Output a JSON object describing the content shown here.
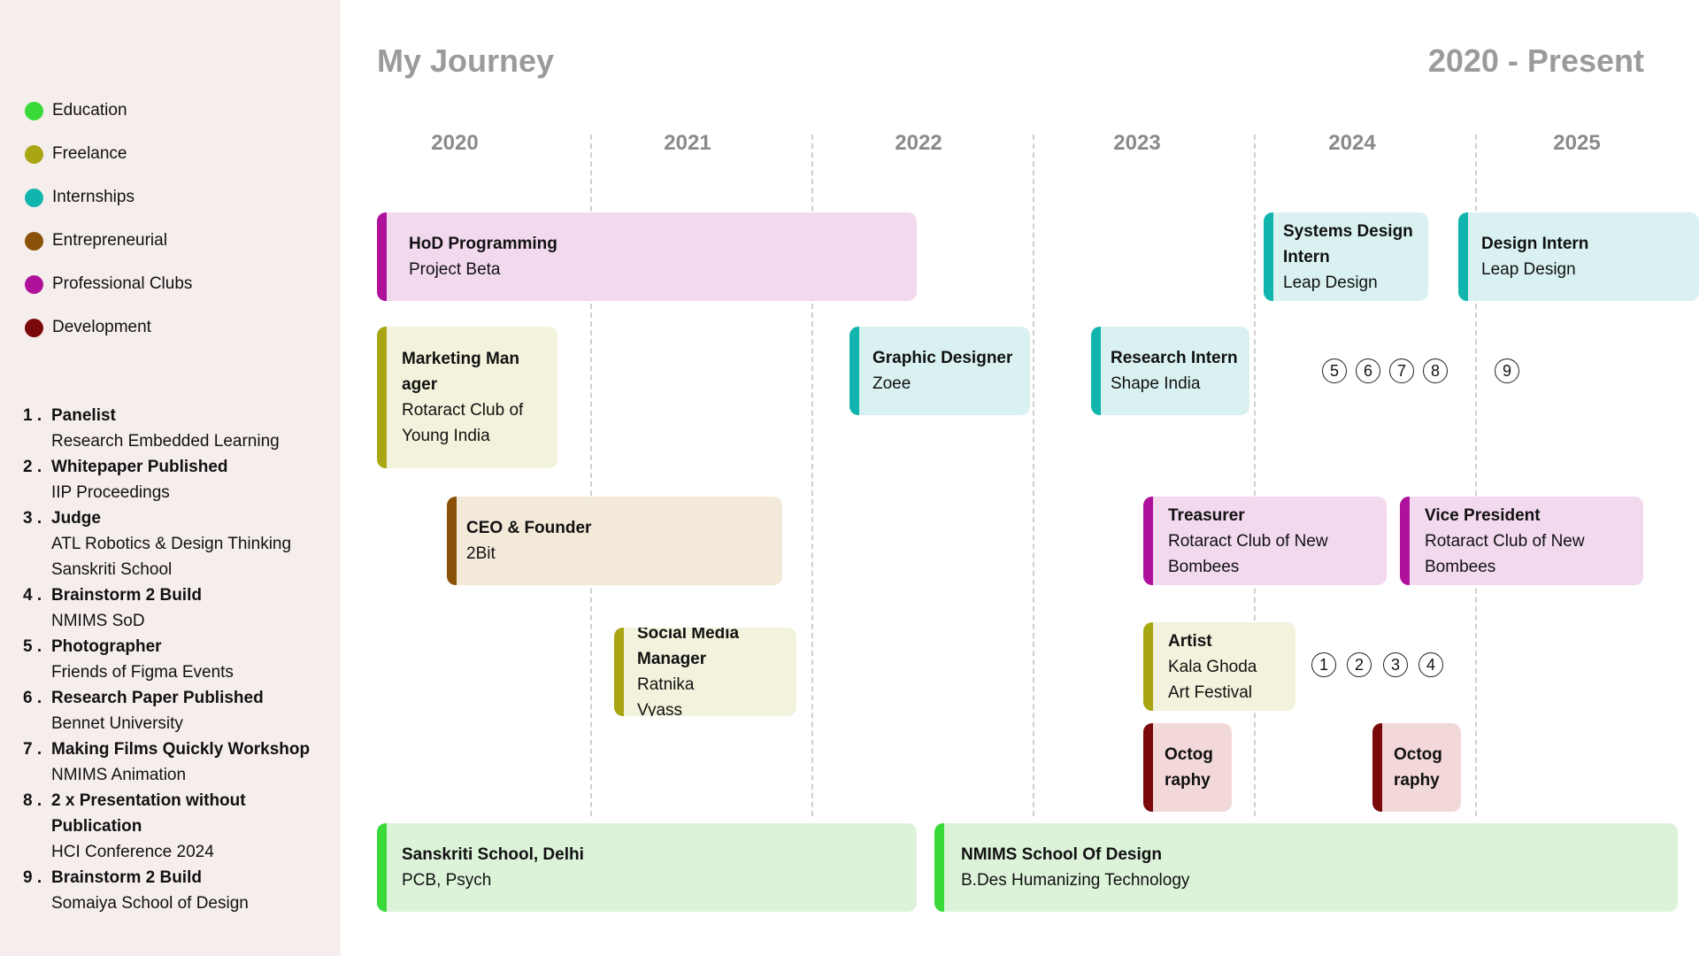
{
  "header": {
    "title": "My Journey",
    "range": "2020 - Present"
  },
  "legend": [
    {
      "label": "Education",
      "color": "#3ad93a"
    },
    {
      "label": "Freelance",
      "color": "#a9a614"
    },
    {
      "label": "Internships",
      "color": "#12b5ad"
    },
    {
      "label": "Entrepreneurial",
      "color": "#8a5208"
    },
    {
      "label": "Professional Clubs",
      "color": "#b0119a"
    },
    {
      "label": "Development",
      "color": "#7a0a0a"
    }
  ],
  "achievements": [
    {
      "num": "1 .",
      "title": "Panelist",
      "sub": [
        "Research Embedded Learning"
      ]
    },
    {
      "num": "2 .",
      "title": "Whitepaper Published",
      "sub": [
        "IIP Proceedings"
      ]
    },
    {
      "num": "3 .",
      "title": "Judge",
      "sub": [
        "ATL Robotics & Design Thinking",
        "Sanskriti School"
      ]
    },
    {
      "num": "4 .",
      "title": "Brainstorm 2 Build",
      "sub": [
        "NMIMS SoD"
      ]
    },
    {
      "num": "5 .",
      "title": "Photographer",
      "sub": [
        "Friends of Figma Events"
      ]
    },
    {
      "num": "6 .",
      "title": "Research Paper Published",
      "sub": [
        "Bennet University"
      ]
    },
    {
      "num": "7 .",
      "title": "Making Films Quickly Workshop",
      "sub": [
        "NMIMS Animation"
      ]
    },
    {
      "num": "8 .",
      "title": "2 x Presentation without Publication",
      "sub": [
        "HCI Conference 2024"
      ]
    },
    {
      "num": "9 .",
      "title": "Brainstorm 2 Build",
      "sub": [
        "Somaiya School of Design"
      ]
    }
  ],
  "years": [
    "2020",
    "2021",
    "2022",
    "2023",
    "2024",
    "2025"
  ],
  "cards": [
    {
      "category": "Professional Clubs",
      "title": "HoD Programming",
      "subtitle": "Project Beta"
    },
    {
      "category": "Internships",
      "title": "Systems Design Intern",
      "subtitle": "Leap Design"
    },
    {
      "category": "Internships",
      "title": "Design Intern",
      "subtitle": "Leap Design"
    },
    {
      "category": "Freelance",
      "title": "Marketing Manager",
      "subtitle": "Rotaract Club of Young India"
    },
    {
      "category": "Internships",
      "title": "Graphic Designer",
      "subtitle": "Zoee"
    },
    {
      "category": "Internships",
      "title": "Research Intern",
      "subtitle": "Shape India"
    },
    {
      "category": "Entrepreneurial",
      "title": "CEO & Founder",
      "subtitle": "2Bit"
    },
    {
      "category": "Professional Clubs",
      "title": "Treasurer",
      "subtitle": "Rotaract Club of New Bombees"
    },
    {
      "category": "Professional Clubs",
      "title": "Vice President",
      "subtitle": "Rotaract Club of New Bombees"
    },
    {
      "category": "Freelance",
      "title": "Social Media Manager",
      "subtitle": "Ratnika Vyass"
    },
    {
      "category": "Freelance",
      "title": "Artist",
      "subtitle": "Kala Ghoda Art Festival"
    },
    {
      "category": "Development",
      "title": "Octography",
      "subtitle": ""
    },
    {
      "category": "Development",
      "title": "Octography",
      "subtitle": ""
    },
    {
      "category": "Education",
      "title": "Sanskriti School, Delhi",
      "subtitle": "PCB, Psych"
    },
    {
      "category": "Education",
      "title": "NMIMS School Of Design",
      "subtitle": "B.Des Humanizing Technology"
    }
  ],
  "markers": [
    "5",
    "6",
    "7",
    "8",
    "9",
    "1",
    "2",
    "3",
    "4"
  ]
}
